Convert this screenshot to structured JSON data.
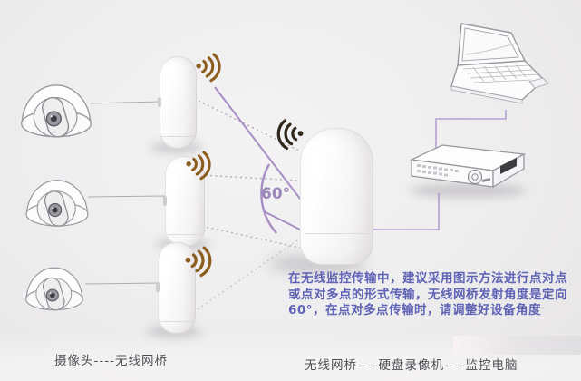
{
  "note": {
    "line1": "在无线监控传输中，建议采用图示方法进行点对点",
    "line2": "或点对多点的形式传输，无线网桥发射角度是定向",
    "line3": "60°，在点对多点传输时，请调整好设备角度"
  },
  "angle_label": "60°",
  "captions": {
    "left": "摄像头----无线网桥",
    "right": "无线网桥----硬盘录像机----监控电脑"
  },
  "icons": {
    "wifi": "wifi-signal-icon",
    "camera": "dome-camera-icon",
    "laptop": "laptop-icon",
    "dvr": "dvr-recorder-icon"
  },
  "colors": {
    "note-text": "#5f63b5",
    "label-text": "#4f4d52",
    "angle-text": "#9b87bb",
    "purple-line": "#b3a0d2",
    "arc-purple": "#a78fc6",
    "dash-gray": "#b0abb3",
    "hairline-gray": "#a8a4ab",
    "wifi-orange": "#8d5d1d",
    "wifi-dark": "#30261b",
    "device-stroke": "#9b98a0"
  }
}
